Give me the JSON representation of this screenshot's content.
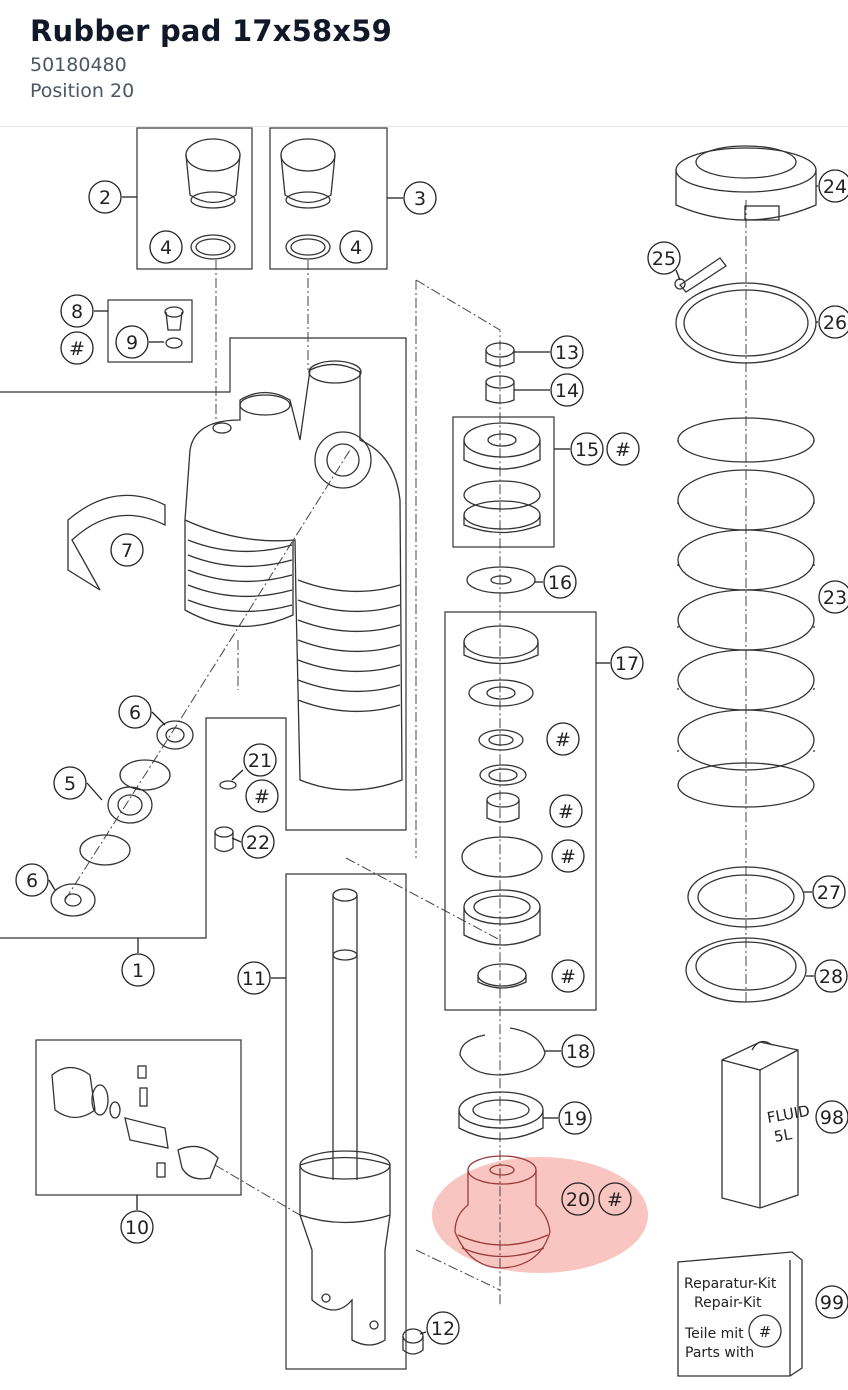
{
  "part": {
    "title": "Rubber pad 17x58x59",
    "number": "50180480",
    "position": "Position 20"
  },
  "highlight_color": "#f28b82",
  "callouts": {
    "p1": "1",
    "p2": "2",
    "p3": "3",
    "p4a": "4",
    "p4b": "4",
    "p5": "5",
    "p6a": "6",
    "p6b": "6",
    "p7": "7",
    "p8": "8",
    "p9": "9",
    "p10": "10",
    "p11": "11",
    "p12": "12",
    "p13": "13",
    "p14": "14",
    "p15": "15",
    "p16": "16",
    "p17": "17",
    "p18": "18",
    "p19": "19",
    "p20": "20",
    "p21": "21",
    "p22": "22",
    "p23": "23",
    "p24": "24",
    "p25": "25",
    "p26": "26",
    "p27": "27",
    "p28": "28",
    "p98": "98",
    "p99": "99"
  },
  "hash_mark": "#",
  "fluid_can": {
    "line1": "FLUID",
    "line2": "5L"
  },
  "repair_kit": {
    "line1": "Reparatur-Kit",
    "line2": "Repair-Kit",
    "line3": "Teile mit",
    "line4": "Parts with"
  }
}
